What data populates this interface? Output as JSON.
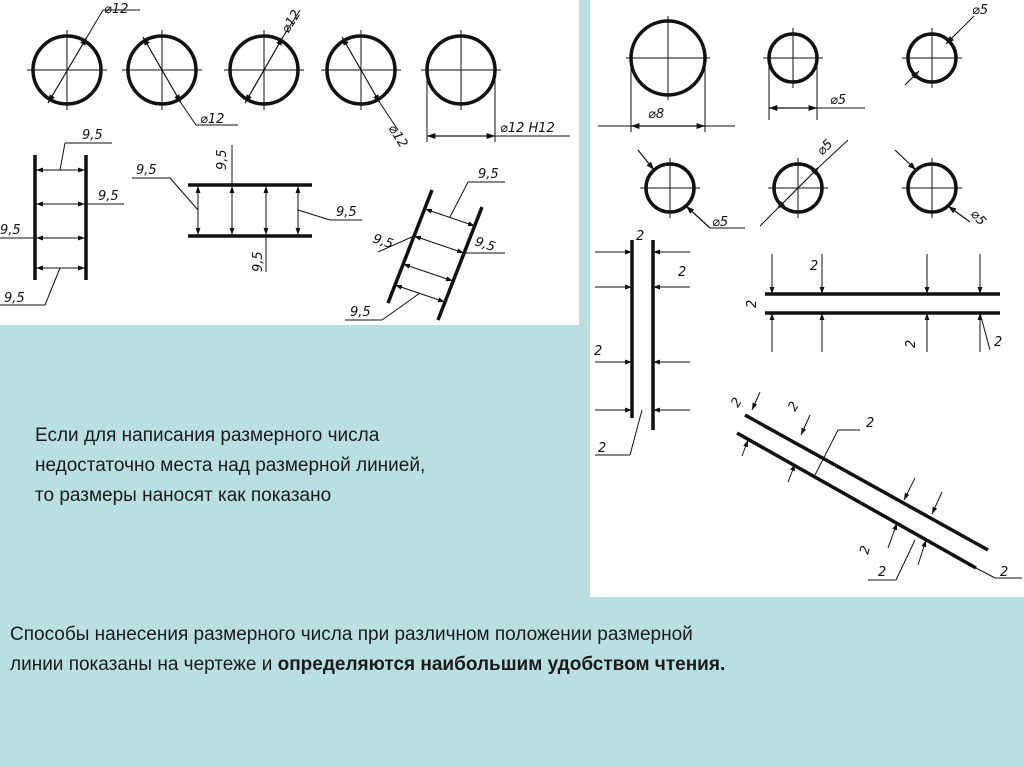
{
  "drawing_left": {
    "circle_labels": [
      "⌀12",
      "⌀12",
      "⌀12",
      "⌀12",
      "⌀12 H12"
    ],
    "spacing_labels": [
      "9,5",
      "9,5",
      "9,5",
      "9,5",
      "9,5",
      "9,5",
      "9,5",
      "9,5",
      "9,5",
      "9,5",
      "9,5",
      "9,5"
    ]
  },
  "drawing_right": {
    "circle_labels": [
      "⌀8",
      "⌀5",
      "⌀5",
      "⌀5",
      "⌀5",
      "⌀5"
    ],
    "spacing_labels": [
      "2",
      "2",
      "2",
      "2",
      "2",
      "2",
      "2",
      "2",
      "2",
      "2",
      "2",
      "2",
      "2",
      "2"
    ]
  },
  "caption_1": {
    "line_1": "Если для написания размерного числа",
    "line_2": "недостаточно места над размерной линией,",
    "line_3": "то размеры наносят как показано"
  },
  "caption_2": {
    "line_1": "Способы нанесения размерного числа при различном положении размерной",
    "line_2_plain": "линии показаны на чертеже и ",
    "line_2_bold": "определяются наибольшим удобством чтения."
  }
}
